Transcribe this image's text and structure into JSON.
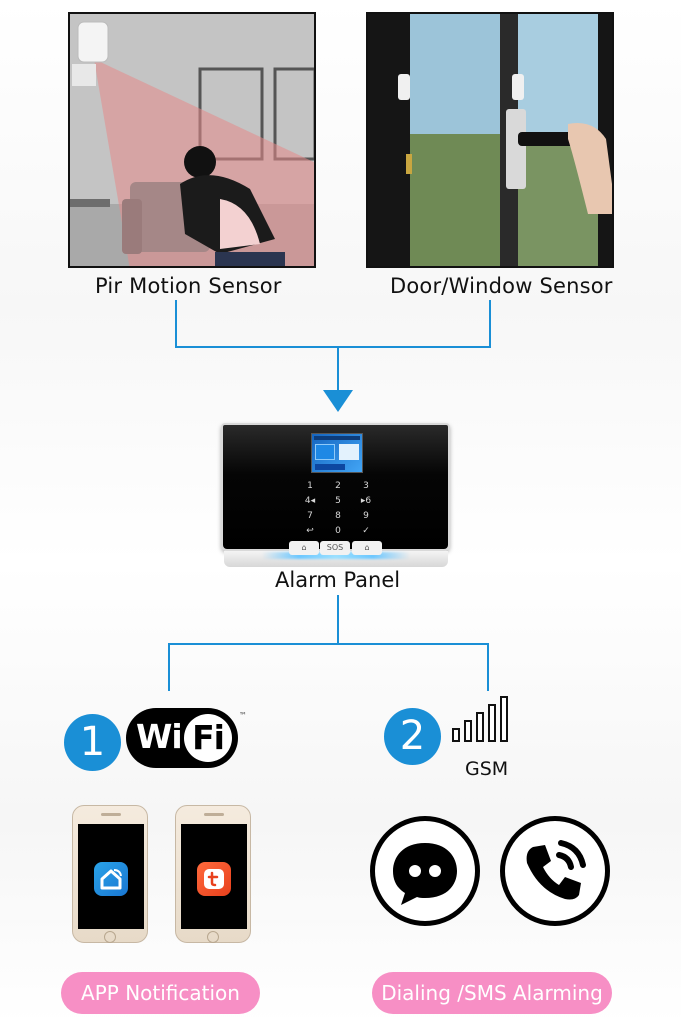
{
  "sensors": {
    "pir_label": "Pir Motion Sensor",
    "door_label": "Door/Window Sensor"
  },
  "panel": {
    "label": "Alarm Panel",
    "keys": [
      "1",
      "2",
      "3",
      "4◂",
      "5",
      "▸6",
      "7",
      "8",
      "9",
      "↩",
      "0",
      "✓"
    ],
    "sos_label": "SOS"
  },
  "channels": {
    "wifi": {
      "number": "1",
      "logo_wi": "Wi",
      "logo_fi": "Fi",
      "logo_tm": "™"
    },
    "gsm": {
      "number": "2",
      "label": "GSM"
    }
  },
  "outputs": {
    "app_notification": "APP Notification",
    "sms_alarming": "Dialing /SMS Alarming"
  },
  "colors": {
    "accent": "#1a8fd6",
    "pill": "#f78fc5"
  }
}
